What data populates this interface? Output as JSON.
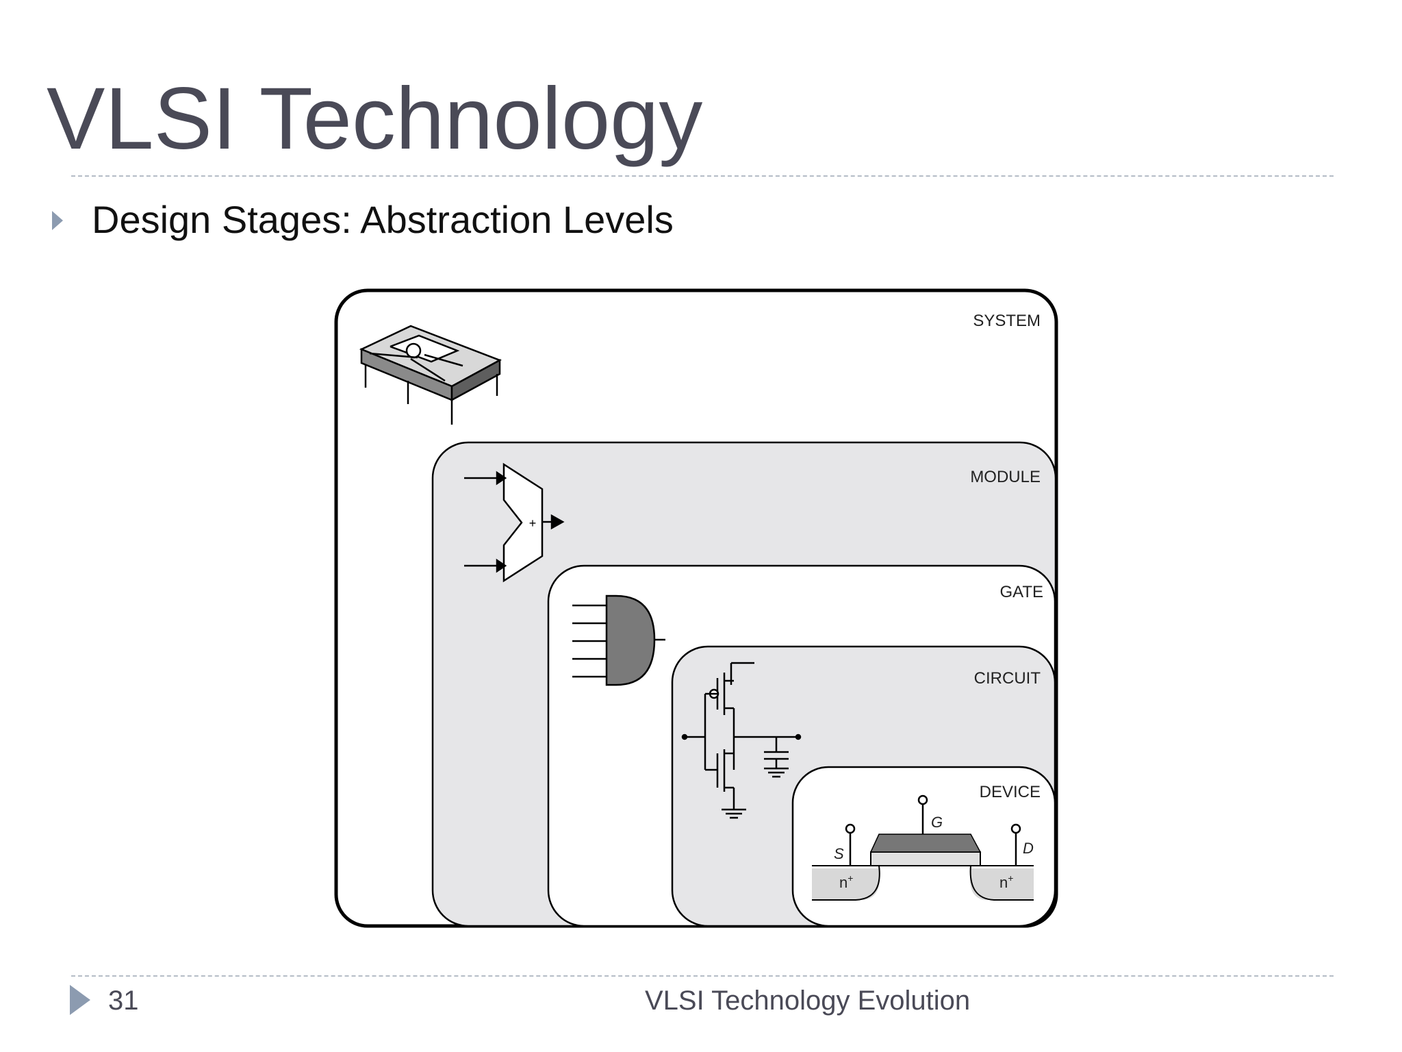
{
  "slide": {
    "title": "VLSI Technology",
    "bullet": "Design Stages: Abstraction Levels",
    "page_number": "31",
    "footer": "VLSI Technology Evolution"
  },
  "diagram": {
    "levels": [
      {
        "label": "SYSTEM"
      },
      {
        "label": "MODULE"
      },
      {
        "label": "GATE"
      },
      {
        "label": "CIRCUIT"
      },
      {
        "label": "DEVICE"
      }
    ],
    "adder_symbol": "+",
    "device": {
      "source": "S",
      "gate": "G",
      "drain": "D",
      "n_plus": "n",
      "plus_sup": "+"
    }
  },
  "colors": {
    "title": "#4a4a57",
    "accent_marker": "#8c9bb0",
    "rule": "#b4bcc6",
    "level_fill_gray": "#e6e6e8",
    "level_fill_white": "#ffffff",
    "gate_fill": "#7a7a7a"
  }
}
